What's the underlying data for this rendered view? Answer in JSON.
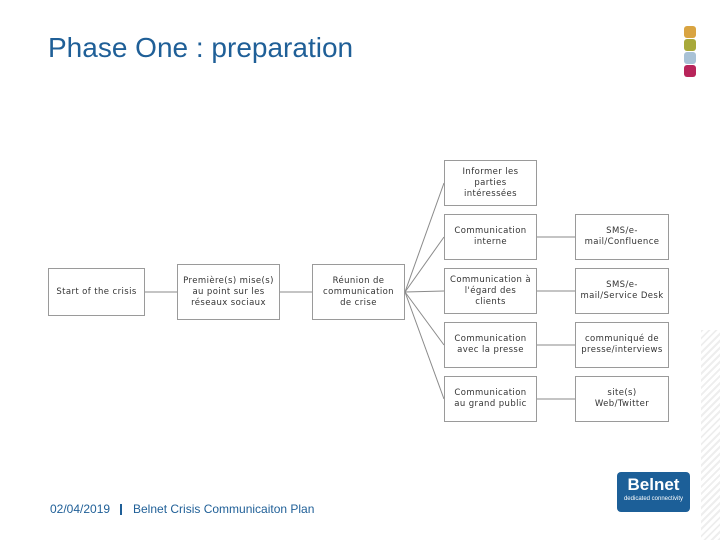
{
  "slide": {
    "title": "Phase One : preparation",
    "footer_date": "02/04/2019",
    "footer_text": "Belnet Crisis Communicaiton Plan"
  },
  "nodes": {
    "start": "Start of the crisis",
    "first_post": "Première(s) mise(s) au point sur les réseaux sociaux",
    "meeting": "Réunion de communication de crise",
    "inform": "Informer les parties intéressées",
    "internal": "Communication interne",
    "internal_channel": "SMS/e-mail/Confluence",
    "clients": "Communication à l'égard des clients",
    "clients_channel": "SMS/e-mail/Service Desk",
    "press": "Communication avec la presse",
    "press_channel": "communiqué de presse/interviews",
    "public": "Communication au grand public",
    "public_channel": "site(s) Web/Twitter"
  },
  "logo": {
    "name": "Belnet",
    "tagline": "dedicated connectivity"
  },
  "colors": {
    "title": "#1f5f97",
    "logo_bg": "#1c5f98",
    "deco": [
      "#d9a441",
      "#a8a93a",
      "#a9c2d6",
      "#b8245a"
    ]
  }
}
